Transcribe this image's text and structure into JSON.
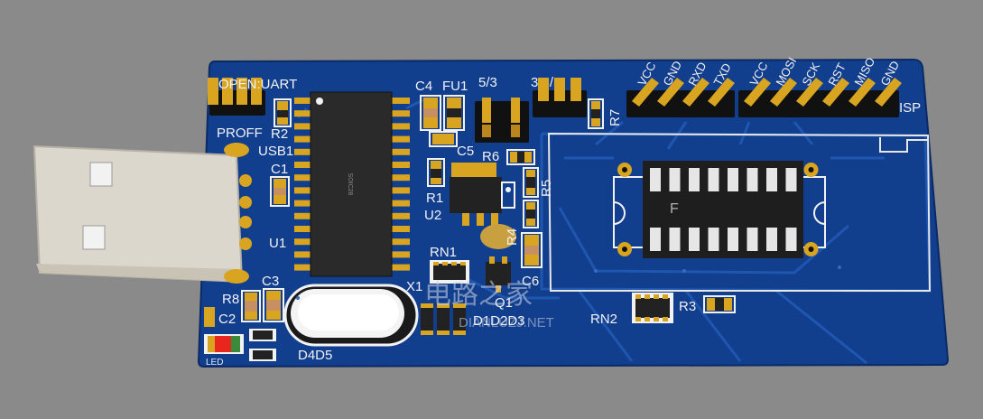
{
  "colors": {
    "background": "#8a8a8a",
    "board": "#123e8e",
    "board_edge": "#0a2a66",
    "trace": "#1f56b0",
    "silkscreen": "#f2f2f2",
    "gold": "#d9a520",
    "chip": "#2a2a2a",
    "led": "#e8261e"
  },
  "labels": {
    "open_uart": "OPEN:UART",
    "proff": "PROFF",
    "r2": "R2",
    "usb1": "USB1",
    "c1": "C1",
    "u1": "U1",
    "c3": "C3",
    "r8": "R8",
    "c2": "C2",
    "led": "LED",
    "d4d5": "D4D5",
    "c4": "C4",
    "fu1": "FU1",
    "jumper_a": "5/3",
    "jumper_b": "3.3/5",
    "c5": "C5",
    "r6": "R6",
    "r5": "R5",
    "r1": "R1",
    "u2": "U2",
    "r4": "R4",
    "rn1": "RN1",
    "c6": "C6",
    "x1": "X1",
    "q1": "Q1",
    "d1d2d3": "D1D2D3",
    "rn2": "RN2",
    "r3": "R3",
    "r7": "R7",
    "chip_marking": "SOIC28",
    "socket_marking": "F",
    "isp": "ISP",
    "header_left": [
      "VCC",
      "GND",
      "RXD",
      "TXD"
    ],
    "header_right": [
      "VCC",
      "MOSI",
      "SCK",
      "RST",
      "MISO",
      "GND"
    ]
  },
  "watermark": {
    "text_cn": "电路之家",
    "text_en": "DIANLUZJ.NET"
  }
}
